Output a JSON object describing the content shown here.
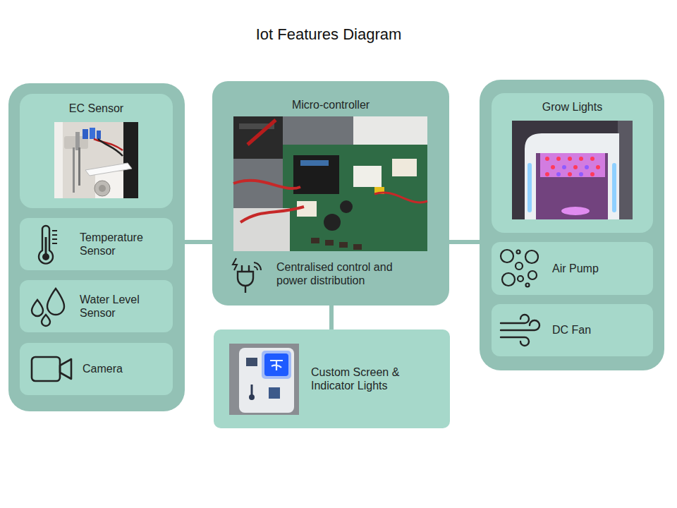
{
  "diagram": {
    "title": "Iot Features Diagram",
    "nodes": [
      {
        "text": []
      },
      {
        "text": [
          "EC Sensor"
        ],
        "in": 0
      },
      {
        "text": [
          "Temperature Sensor"
        ],
        "in": 0
      },
      {
        "text": [
          "Water Level Sensor"
        ],
        "in": 0
      },
      {
        "text": [
          "Camera"
        ],
        "in": 0
      },
      {
        "text": [
          "Micro-controller",
          "Centralised control and power distribution"
        ]
      },
      {
        "text": []
      },
      {
        "text": [
          "Grow Lights"
        ],
        "in": 6
      },
      {
        "text": [
          "Air Pump"
        ],
        "in": 6
      },
      {
        "text": [
          "DC Fan"
        ],
        "in": 6
      },
      {
        "text": [
          "Custom Screen & Indicator Lights"
        ]
      }
    ],
    "edges": [
      {
        "from": 0,
        "to": 5,
        "arrow": "none"
      },
      {
        "from": 5,
        "to": 6,
        "arrow": "none"
      },
      {
        "from": 5,
        "to": 10,
        "arrow": "none"
      }
    ]
  }
}
